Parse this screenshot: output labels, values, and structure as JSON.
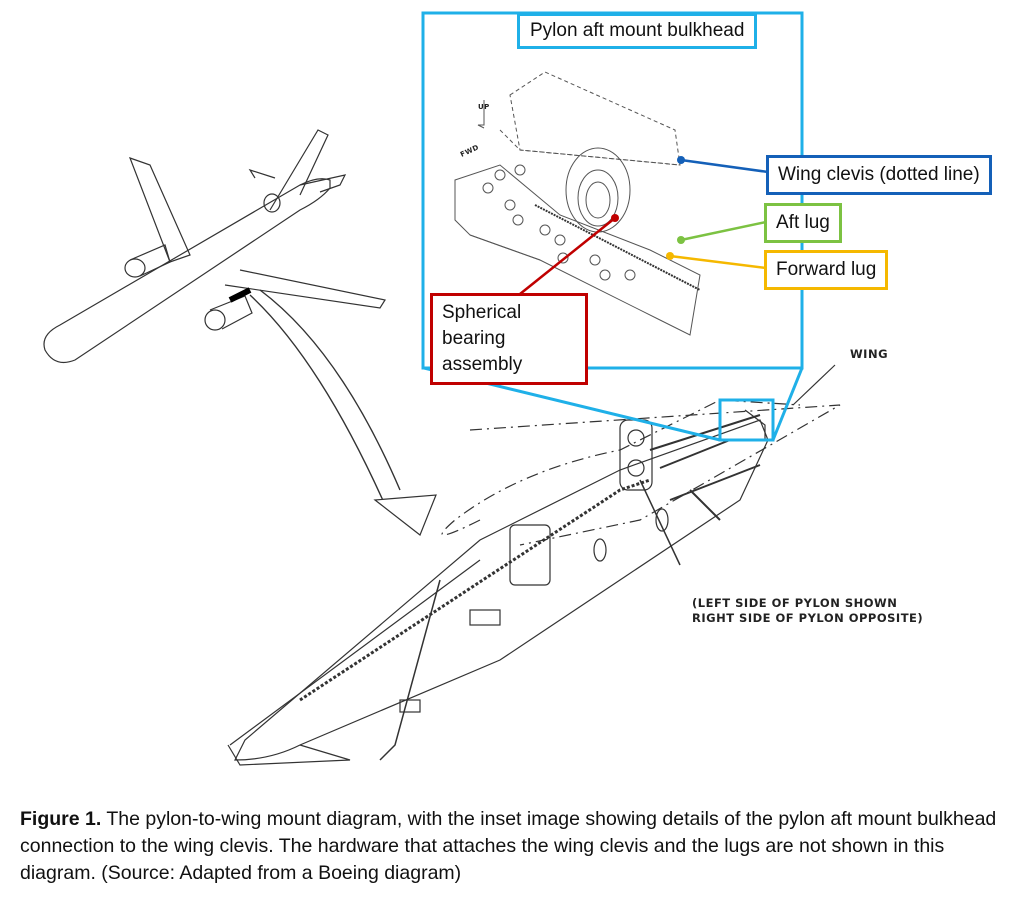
{
  "inset": {
    "title": "Pylon aft mount bulkhead",
    "labels": {
      "wing_clevis": "Wing clevis (dotted line)",
      "aft_lug": "Aft lug",
      "forward_lug": "Forward lug",
      "spherical_bearing": "Spherical bearing assembly"
    },
    "direction_marks": {
      "up": "UP",
      "fwd": "FWD"
    }
  },
  "drawing_notes": {
    "wing": "WING",
    "pylon_side_line1": "(LEFT SIDE OF PYLON SHOWN",
    "pylon_side_line2": "RIGHT SIDE OF PYLON OPPOSITE)"
  },
  "caption": {
    "label": "Figure 1.",
    "text": " The pylon-to-wing mount diagram, with the inset image showing details of the pylon aft mount bulkhead connection to the wing clevis. The hardware that attaches the wing clevis and the lugs are not shown in this diagram. (Source: Adapted from a Boeing diagram)"
  },
  "colors": {
    "inset_border": "#1fb0e8",
    "wing_clevis": "#1460b8",
    "aft_lug": "#7cc242",
    "forward_lug": "#f5b800",
    "spherical_bearing": "#c00000"
  }
}
